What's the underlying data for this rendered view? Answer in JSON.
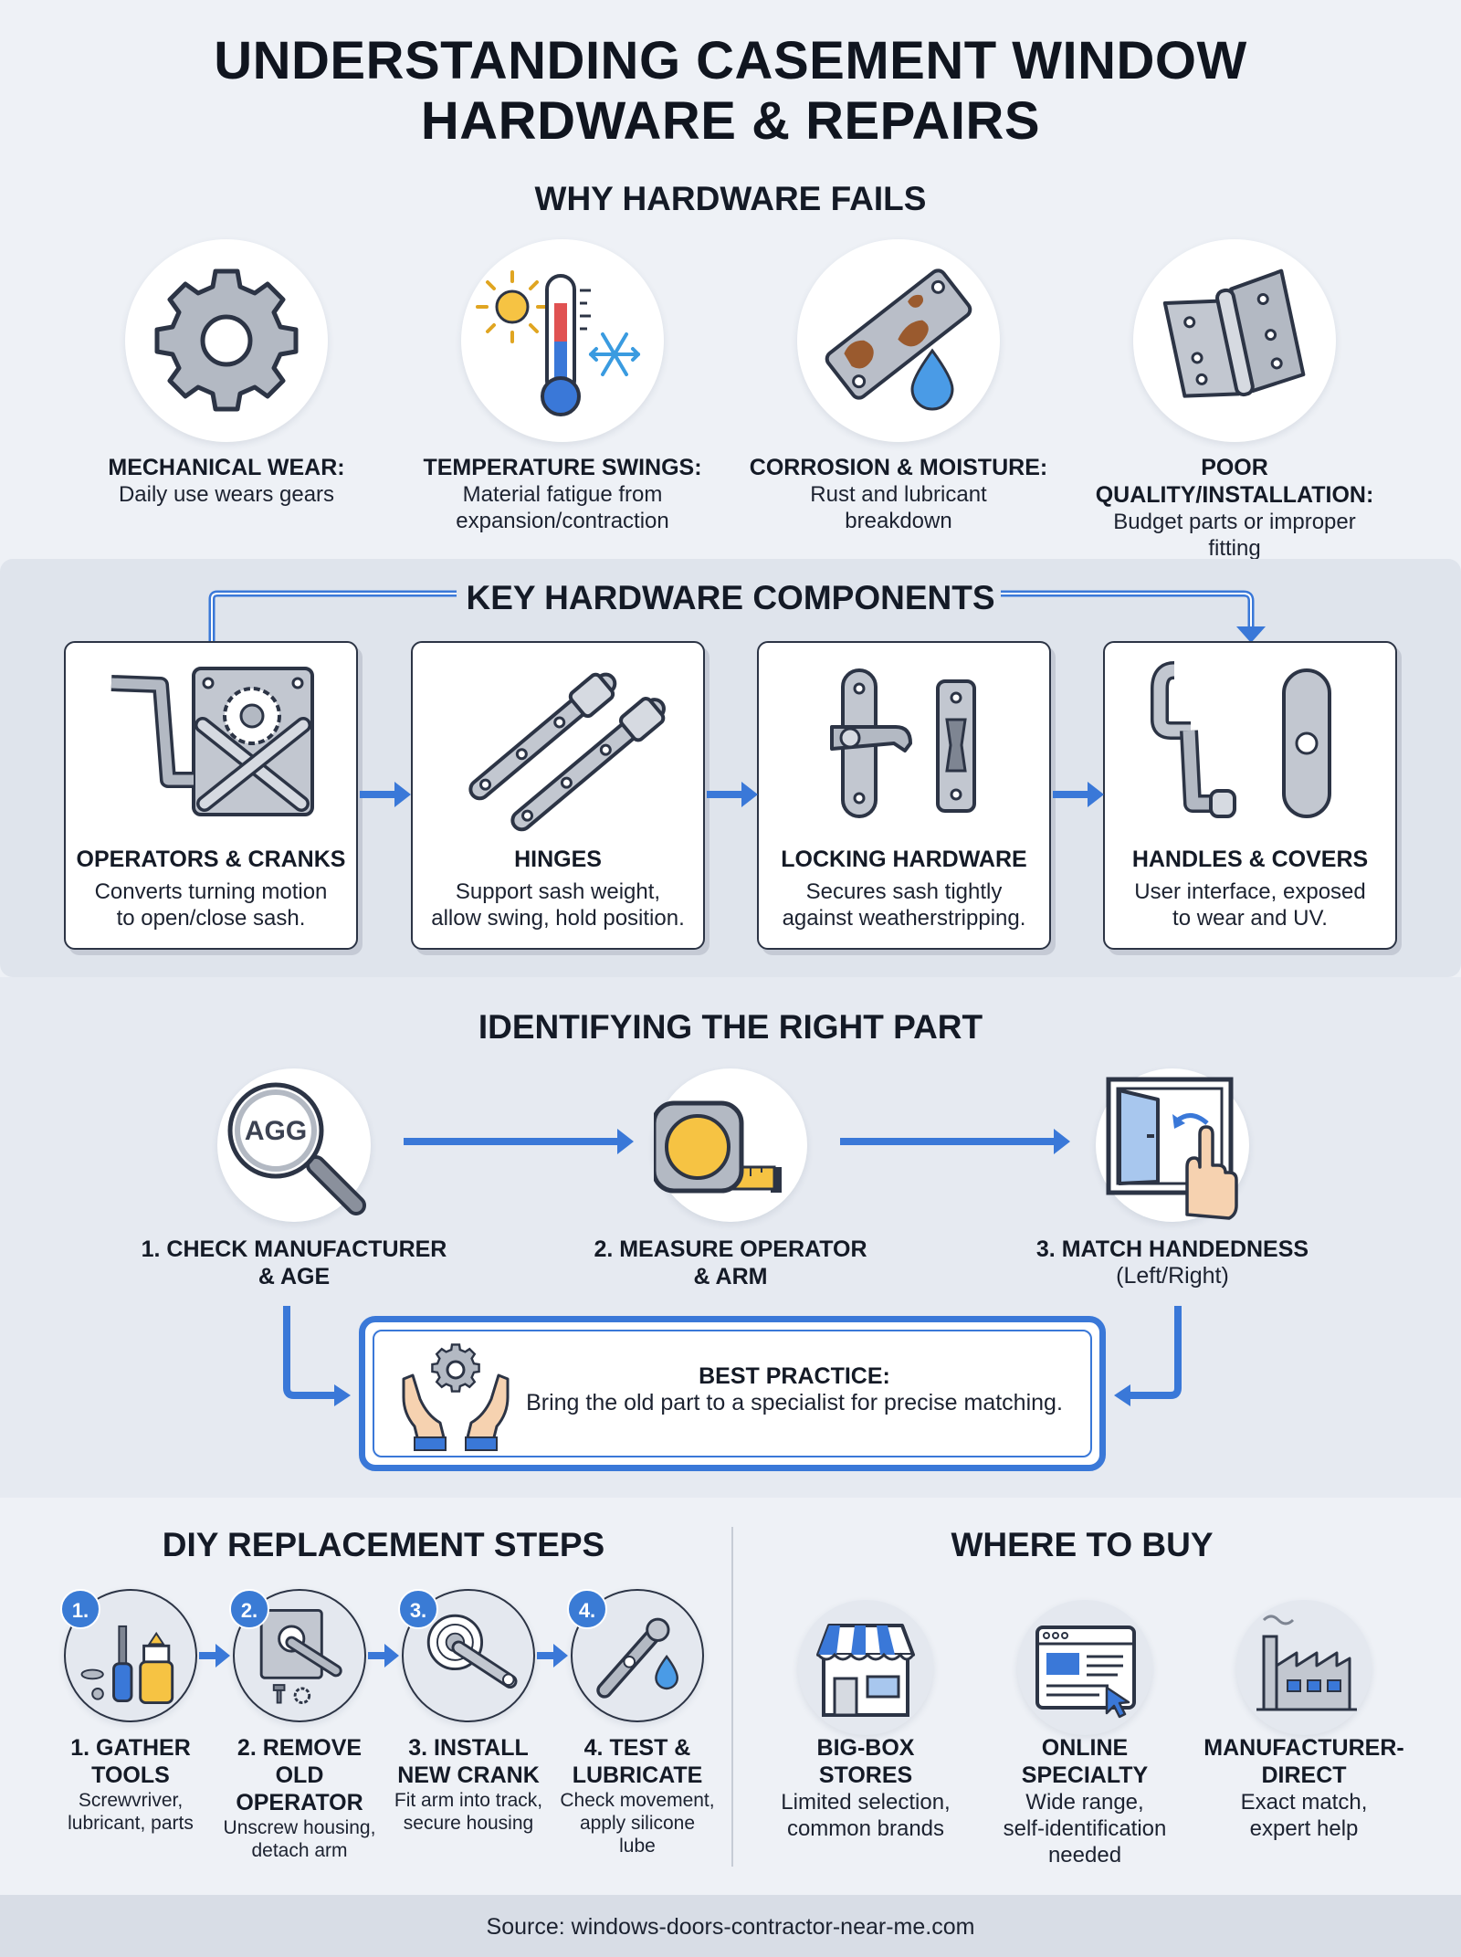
{
  "title": {
    "line1": "UNDERSTANDING CASEMENT WINDOW",
    "line2": "HARDWARE & REPAIRS"
  },
  "why_fails": {
    "heading": "WHY HARDWARE FAILS",
    "items": [
      {
        "icon": "gear-icon",
        "title": "MECHANICAL WEAR:",
        "line1": "Daily use wears gears",
        "line2": ""
      },
      {
        "icon": "thermometer-icon",
        "title": "TEMPERATURE SWINGS:",
        "line1": "Material fatigue from",
        "line2": "expansion/contraction"
      },
      {
        "icon": "rusty-plate-icon",
        "title": "CORROSION & MOISTURE:",
        "line1": "Rust and lubricant",
        "line2": "breakdown"
      },
      {
        "icon": "hinge-icon",
        "title": "POOR QUALITY/INSTALLATION:",
        "line1": "Budget parts or improper",
        "line2": "fitting"
      }
    ]
  },
  "components": {
    "heading": "KEY HARDWARE COMPONENTS",
    "items": [
      {
        "icon": "crank-operator-icon",
        "title": "OPERATORS & CRANKS",
        "line1": "Converts turning motion",
        "line2": "to open/close sash."
      },
      {
        "icon": "hinge-arms-icon",
        "title": "HINGES",
        "line1": "Support sash weight,",
        "line2": "allow swing, hold position."
      },
      {
        "icon": "lock-icon",
        "title": "LOCKING HARDWARE",
        "line1": "Secures sash tightly",
        "line2": "against weatherstripping."
      },
      {
        "icon": "handle-icon",
        "title": "HANDLES & COVERS",
        "line1": "User interface, exposed",
        "line2": "to wear and UV."
      }
    ]
  },
  "identify": {
    "heading": "IDENTIFYING THE RIGHT PART",
    "magnifier_text": "AGG",
    "steps": [
      {
        "icon": "magnifier-icon",
        "line1": "1. CHECK MANUFACTURER",
        "line2": "& AGE"
      },
      {
        "icon": "tape-measure-icon",
        "line1": "2. MEASURE OPERATOR",
        "line2": "& ARM"
      },
      {
        "icon": "window-hand-icon",
        "line1": "3. MATCH HANDEDNESS",
        "line2": "(Left/Right)"
      }
    ],
    "best_practice": {
      "title": "BEST PRACTICE:",
      "text": "Bring the old part to a specialist for precise matching."
    }
  },
  "diy": {
    "heading": "DIY REPLACEMENT STEPS",
    "steps": [
      {
        "badge": "1.",
        "icon": "tools-icon",
        "title1": "1. GATHER",
        "title2": "TOOLS",
        "desc1": "Screwvriver,",
        "desc2": "lubricant, parts",
        "desc3": ""
      },
      {
        "badge": "2.",
        "icon": "remove-operator-icon",
        "title1": "2. REMOVE OLD",
        "title2": "OPERATOR",
        "desc1": "Unscrew housing,",
        "desc2": "detach arm",
        "desc3": ""
      },
      {
        "badge": "3.",
        "icon": "install-crank-icon",
        "title1": "3. INSTALL",
        "title2": "NEW CRANK",
        "desc1": "Fit arm into track,",
        "desc2": "secure housing",
        "desc3": ""
      },
      {
        "badge": "4.",
        "icon": "lubricate-icon",
        "title1": "4. TEST &",
        "title2": "LUBRICATE",
        "desc1": "Check movement,",
        "desc2": "apply silicone",
        "desc3": "lube"
      }
    ]
  },
  "buy": {
    "heading": "WHERE TO BUY",
    "items": [
      {
        "icon": "store-icon",
        "title1": "BIG-BOX",
        "title2": "STORES",
        "desc1": "Limited selection,",
        "desc2": "common brands",
        "desc3": ""
      },
      {
        "icon": "browser-icon",
        "title1": "ONLINE",
        "title2": "SPECIALTY",
        "desc1": "Wide range,",
        "desc2": "self-identification",
        "desc3": "needed"
      },
      {
        "icon": "factory-icon",
        "title1": "MANUFACTURER-",
        "title2": "DIRECT",
        "desc1": "Exact match,",
        "desc2": "expert help",
        "desc3": ""
      }
    ]
  },
  "footer": {
    "source": "Source: windows-doors-contractor-near-me.com"
  },
  "colors": {
    "accent_blue": "#3a78d8",
    "band_gray": "#dfe4ec",
    "page_bg": "#eef1f6",
    "rust": "#9a5a2e",
    "metal": "#b9bec8"
  }
}
